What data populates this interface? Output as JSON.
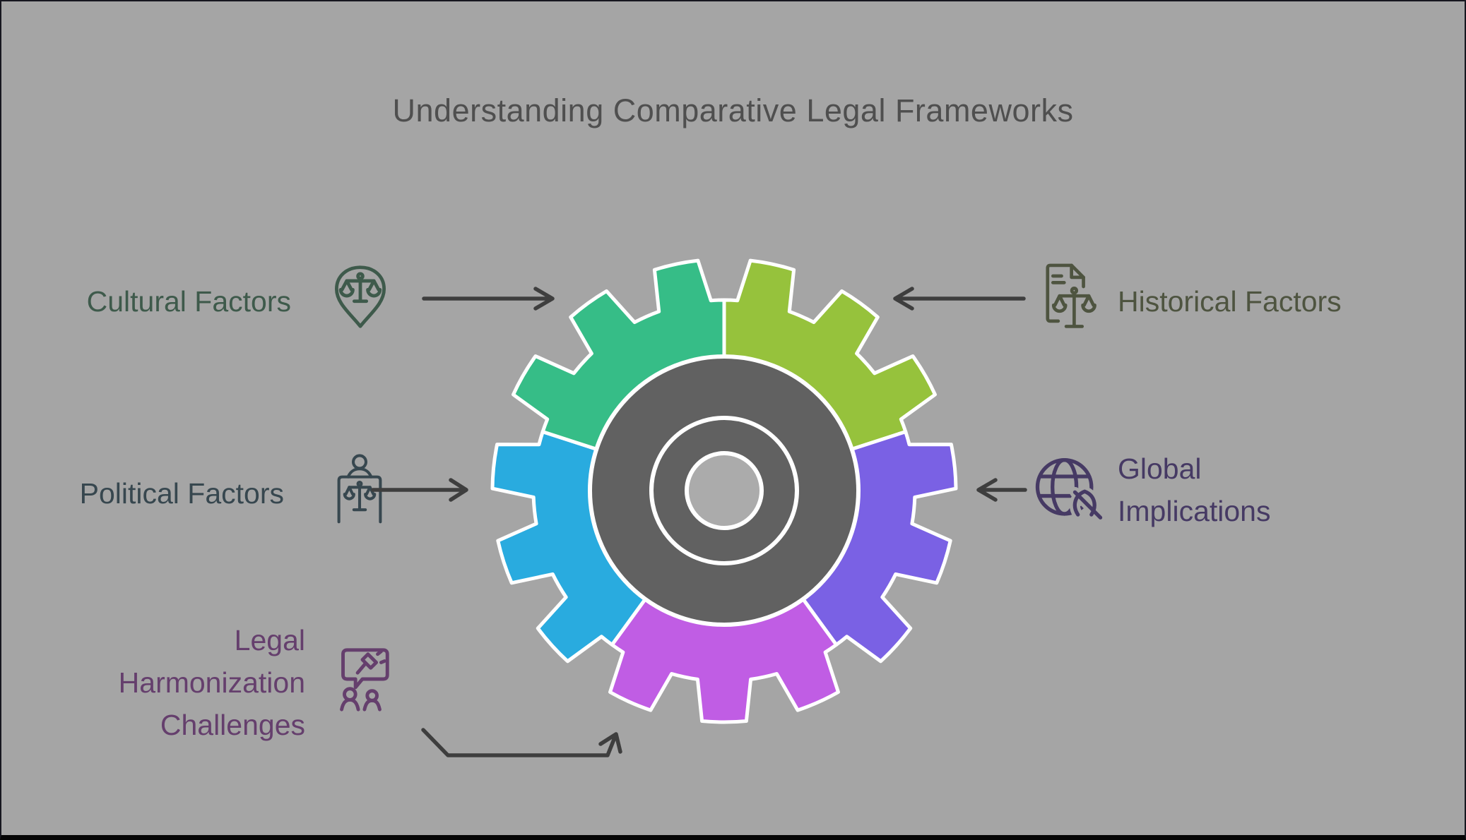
{
  "title": "Understanding Comparative Legal Frameworks",
  "background": "#a5a5a5",
  "arrow_color": "#3e3e3e",
  "items": [
    {
      "id": "cultural",
      "label": "Cultural Factors",
      "color": "#3e5a4b",
      "icon": "scale-map-pin-icon"
    },
    {
      "id": "historical",
      "label": "Historical Factors",
      "color": "#4e5440",
      "icon": "document-scale-icon"
    },
    {
      "id": "political",
      "label": "Political Factors",
      "color": "#37474f",
      "icon": "judge-bench-scale-icon"
    },
    {
      "id": "global",
      "label": "Global Implications",
      "lines": [
        "Global",
        "Implications"
      ],
      "color": "#463a64",
      "icon": "globe-gavel-icon"
    },
    {
      "id": "legal",
      "label": "Legal Harmonization Challenges",
      "lines": [
        "Legal",
        "Harmonization",
        "Challenges"
      ],
      "color": "#653f6d",
      "icon": "speech-gavel-people-icon"
    }
  ],
  "gear": {
    "segments": [
      {
        "name": "historical",
        "position": "top-right",
        "color": "#96c23c"
      },
      {
        "name": "global",
        "position": "right",
        "color": "#7a61e4"
      },
      {
        "name": "legal",
        "position": "bottom",
        "color": "#c05de4"
      },
      {
        "name": "political",
        "position": "left",
        "color": "#29abdf"
      },
      {
        "name": "cultural",
        "position": "top-left",
        "color": "#36bd87"
      }
    ],
    "hub_color": "#616161",
    "hub_inner_color": "#ababab",
    "outline_color": "#ffffff"
  }
}
